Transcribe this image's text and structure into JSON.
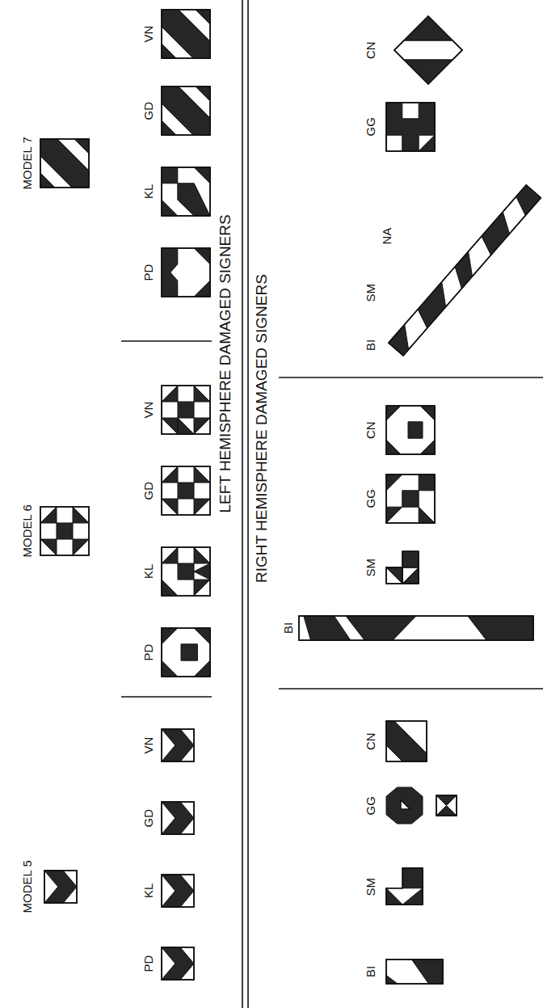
{
  "diagram": {
    "labels": [
      "MODEL 5",
      "MODEL 6",
      "MODEL 7",
      "PD",
      "KL",
      "GD",
      "VN",
      "PD",
      "KL",
      "GD",
      "VN",
      "PD",
      "KL",
      "GD",
      "VN",
      "LEFT HEMISPHERE DAMAGED SIGNERS",
      "RIGHT HEMISPHERE DAMAGED SIGNERS",
      "BI",
      "SM",
      "GG",
      "CN",
      "BI",
      "SM",
      "GG",
      "CN",
      "BI",
      "SM",
      "NA",
      "GG",
      "CN"
    ]
  }
}
